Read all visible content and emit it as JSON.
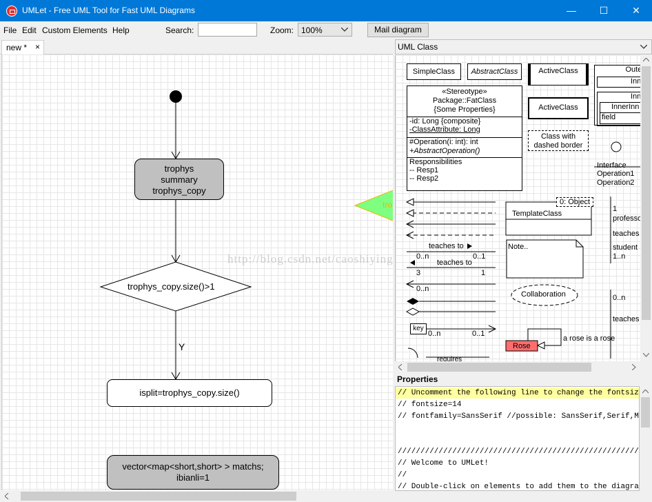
{
  "window": {
    "title": "UMLet - Free UML Tool for Fast UML Diagrams",
    "min_icon": "minimize-icon",
    "max_icon": "maximize-icon",
    "close_icon": "close-icon"
  },
  "menu": {
    "file": "File",
    "edit": "Edit",
    "custom": "Custom Elements",
    "help": "Help"
  },
  "toolbar": {
    "search_label": "Search:",
    "search_value": "",
    "zoom_label": "Zoom:",
    "zoom_value": "100%",
    "mail_label": "Mail diagram"
  },
  "tab": {
    "name": "new *",
    "close": "×"
  },
  "diagram": {
    "state1": [
      "trophys",
      "summary",
      "trophys_copy"
    ],
    "decision": "trophys_copy.size()>1",
    "guard": "Y",
    "action1": "isplit=trophys_copy.size()",
    "action2": [
      "vector<map<short,short> > matchs;",
      "ibianli=1"
    ],
    "overlay_text": "tro"
  },
  "palette": {
    "header": "UML Class",
    "simple": "SimpleClass",
    "abstract": "AbstractClass",
    "active1": "ActiveClass",
    "active2": "ActiveClass",
    "outer": "Outer",
    "inner1": "Inner",
    "inner2": "Inner",
    "innerinn": "InnerInn",
    "field": "field",
    "fat": [
      "«Stereotype»",
      "Package::FatClass",
      "{Some Properties}"
    ],
    "fat_attrs": [
      "-id: Long {composite}",
      "-ClassAttribute: Long"
    ],
    "fat_ops": [
      "#Operation(i: int): int",
      "+AbstractOperation()"
    ],
    "fat_resp": [
      "Responsibilities",
      "-- Resp1",
      "-- Resp2"
    ],
    "dashed": [
      "Class with",
      "dashed border"
    ],
    "interface": "Interface",
    "iops": [
      "Operation1",
      "Operation2"
    ],
    "object": "0: Object",
    "template": "TemplateClass",
    "note": "Note..",
    "collab": "Collaboration",
    "teaches1": "teaches to",
    "teaches2": "teaches to",
    "m_0n": "0..n",
    "m_01": "0..1",
    "m_3": "3",
    "m_1": "1",
    "m_0n2": "0..n",
    "key": "key",
    "m_0n3": "0..n",
    "m_01b": "0..1",
    "rose": "Rose",
    "rose_note": "a rose is a rose",
    "side": [
      "1",
      "professo",
      "teaches",
      "student",
      "1..n"
    ],
    "side2": [
      "0..n",
      "teaches"
    ],
    "requires": "requires"
  },
  "properties": {
    "header": "Properties",
    "lines": [
      "// Uncomment the following line to change the fontsize and",
      "// fontsize=14",
      "// fontfamily=SansSerif //possible: SansSerif,Serif,Monospa",
      "",
      "//////////////////////////////////////////////////////////////",
      "// Welcome to UMLet!",
      "//",
      "// Double-click on elements to add them to the diagram. or"
    ]
  },
  "watermark": "http://blog.csdn.net/caoshiying",
  "colors": {
    "titlebar": "#0078d7",
    "state_fill": "#c0c0c0",
    "rose_fill": "#ff6e6e",
    "highlight": "#ffffa0",
    "overlay": "#7fff7f"
  }
}
